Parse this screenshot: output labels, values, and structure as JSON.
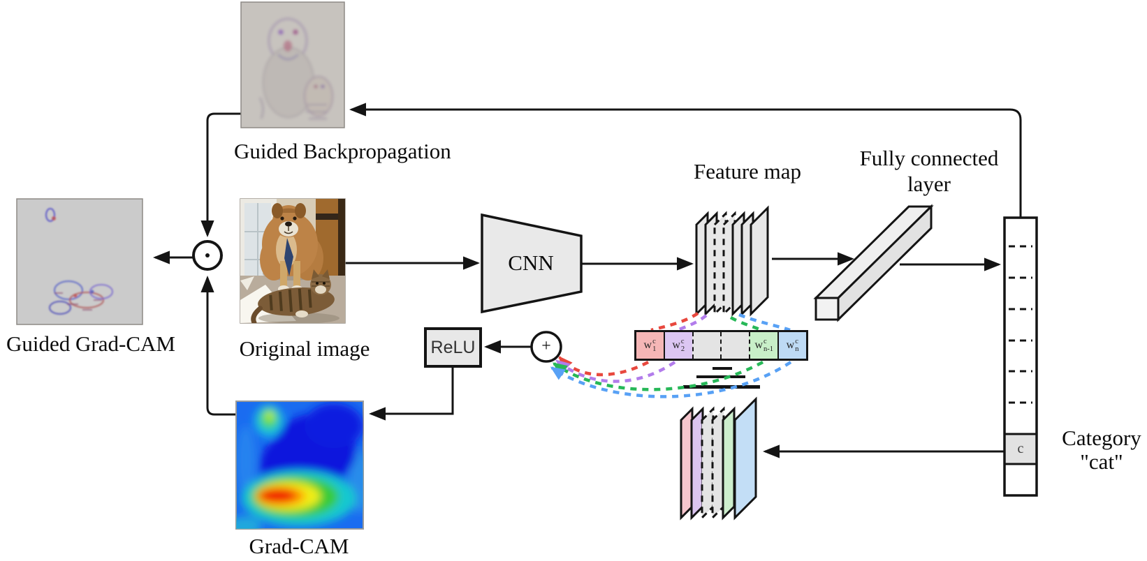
{
  "diagram": {
    "title": "Grad-CAM architecture diagram",
    "images": {
      "guided_backprop_label": "Guided Backpropagation",
      "guided_gradcam_label": "Guided Grad-CAM",
      "original_image_label": "Original image",
      "gradcam_label": "Grad-CAM"
    },
    "nodes": {
      "cnn_label": "CNN",
      "relu_label": "ReLU",
      "sum_symbol": "+",
      "feature_map_label": "Feature map",
      "fc_label_line1": "Fully connected",
      "fc_label_line2": "layer"
    },
    "output": {
      "category_label_line1": "Category",
      "category_label_line2": "\"cat\"",
      "selected_cell": "c"
    },
    "weights_row": {
      "cells": [
        {
          "base": "w",
          "sup": "c",
          "sub": "1",
          "color": "#f5b6b6"
        },
        {
          "base": "w",
          "sup": "c",
          "sub": "2",
          "color": "#dcc6f2"
        },
        {
          "base": "",
          "sup": "",
          "sub": "",
          "color": "#e4e4e4"
        },
        {
          "base": "",
          "sup": "",
          "sub": "",
          "color": "#e4e4e4"
        },
        {
          "base": "w",
          "sup": "c",
          "sub": "n-1",
          "color": "#c8efc8"
        },
        {
          "base": "w",
          "sup": "c",
          "sub": "n",
          "color": "#bedaf4"
        }
      ]
    },
    "colors": {
      "red": "#e8483e",
      "purple": "#b27ceb",
      "green": "#27b858",
      "blue": "#58a1f5",
      "stack_pink": "#f6c6cd",
      "stack_purple": "#dbc5ef",
      "stack_gray": "#e4e4e4",
      "stack_green": "#cdeecd",
      "stack_blue": "#c3def6",
      "sheet_gray": "#e7e7e7",
      "heatmap_base": "#1a6cf0"
    }
  }
}
